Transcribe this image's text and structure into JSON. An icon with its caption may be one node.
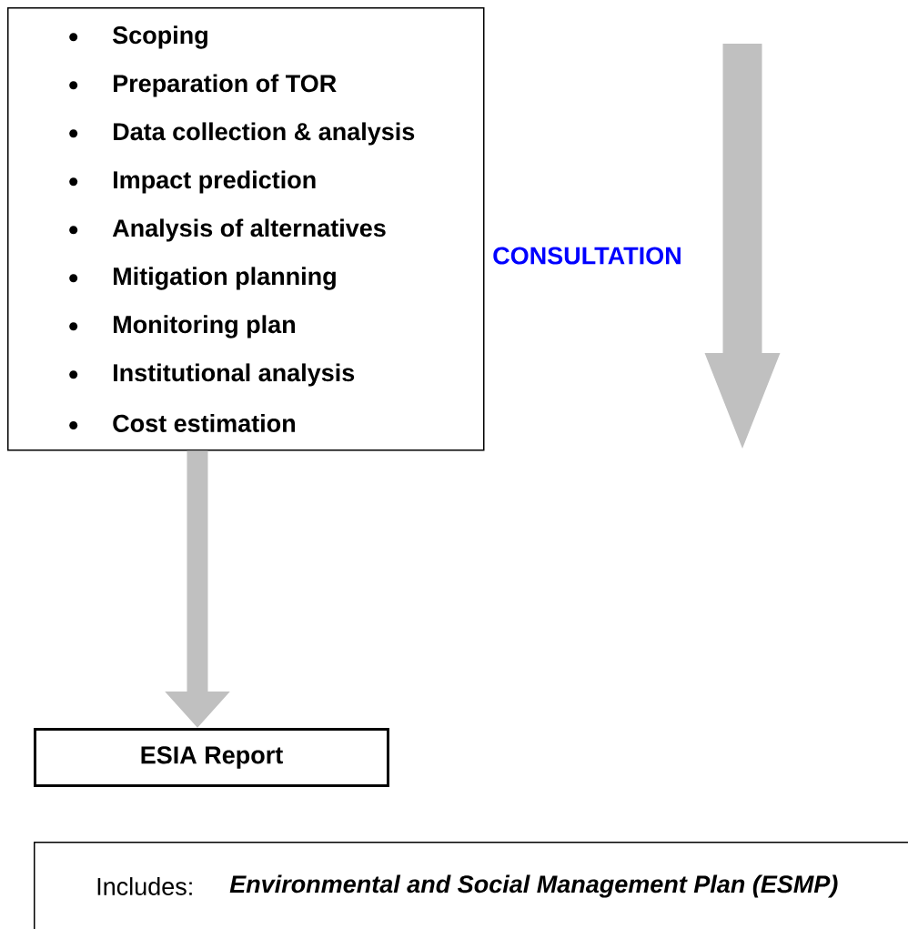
{
  "diagram": {
    "nodes": [
      {
        "text": [
          "Scoping",
          "Preparation of TOR",
          "Data collection & analysis",
          "Impact prediction",
          "Analysis of alternatives",
          "Mitigation planning",
          "Monitoring plan",
          "Institutional analysis",
          "Cost estimation"
        ]
      },
      {
        "text": [
          "ESIA Report"
        ]
      },
      {
        "text": [
          "Includes:",
          "Environmental and Social Management Plan (ESMP)"
        ]
      }
    ],
    "edges": [
      {
        "from": 0,
        "to": 1,
        "arrow": "to"
      }
    ],
    "labels": [
      "CONSULTATION"
    ]
  }
}
